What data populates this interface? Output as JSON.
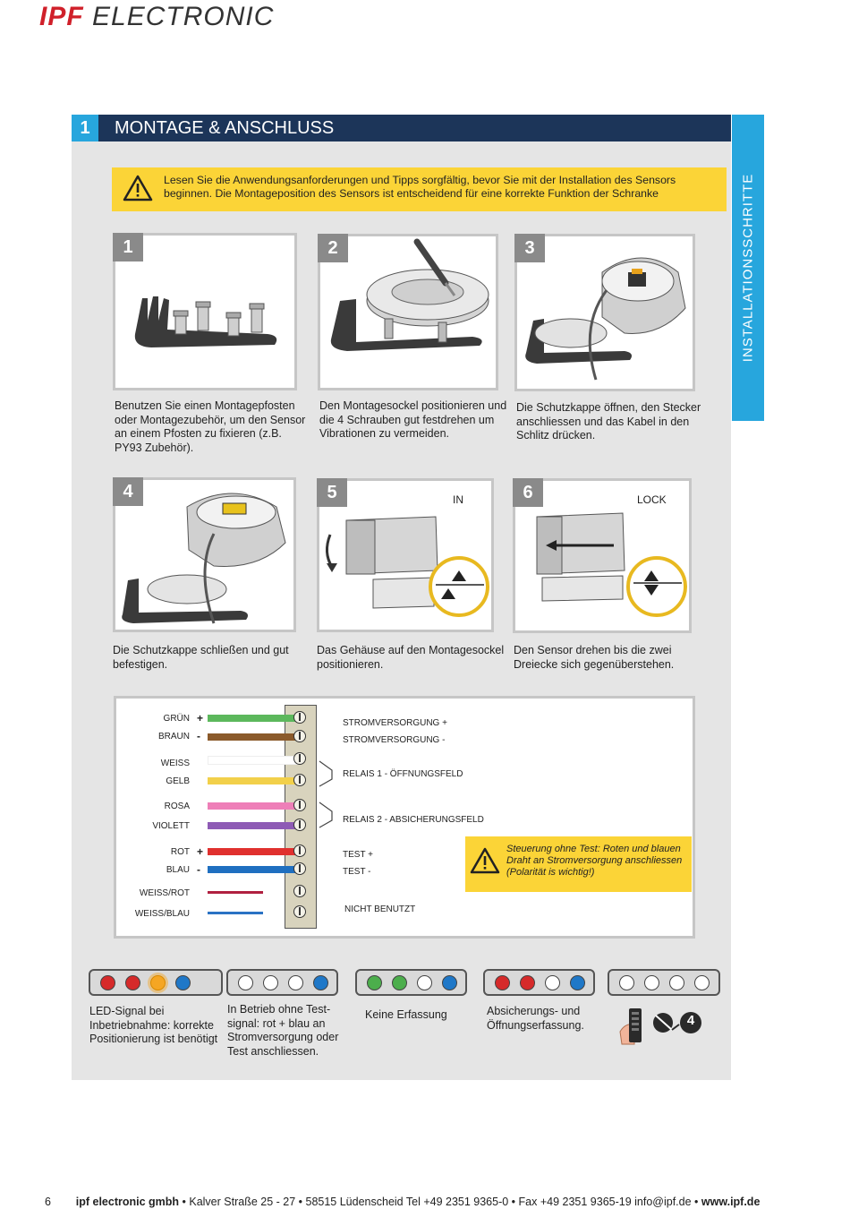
{
  "brand": {
    "ipf": "IPF",
    "electronic": "ELECTRONIC"
  },
  "section": {
    "number": "1",
    "title": "MONTAGE & ANSCHLUSS",
    "side_tab": "INSTALLATIONSSCHRITTE"
  },
  "warning": {
    "icon": "warning-triangle-icon",
    "text": "Lesen Sie die Anwendungsanforderungen und Tipps sorgfältig, bevor Sie mit der Installation des Sensors beginnen. Die Montageposition des Sensors ist entscheidend für eine korrekte Funktion der Schranke"
  },
  "steps": [
    {
      "num": "1",
      "label": "",
      "caption": "Benutzen Sie einen Montagepfosten oder Montagezubehör, um den Sensor an einem Pfosten zu fixieren (z.B. PY93 Zubehör)."
    },
    {
      "num": "2",
      "label": "",
      "caption": "Den Montagesockel positionieren und die 4 Schrauben gut festdrehen um Vibrationen zu vermeiden."
    },
    {
      "num": "3",
      "label": "",
      "caption": "Die Schutzkappe öffnen, den Stecker anschliessen und das Kabel in den Schlitz drücken."
    },
    {
      "num": "4",
      "label": "",
      "caption": "Die Schutzkappe schließen und gut befestigen."
    },
    {
      "num": "5",
      "label": "IN",
      "caption": "Das Gehäuse auf den Montagesockel positionieren."
    },
    {
      "num": "6",
      "label": "LOCK",
      "caption": "Den Sensor drehen bis die zwei Dreiecke sich gegenüberstehen."
    }
  ],
  "wires": [
    {
      "name": "GRÜN",
      "sign": "+",
      "color": "#5cb85c"
    },
    {
      "name": "BRAUN",
      "sign": "-",
      "color": "#8b5a2b"
    },
    {
      "name": "WEISS",
      "sign": "",
      "color": "#ffffff"
    },
    {
      "name": "GELB",
      "sign": "",
      "color": "#f2d04a"
    },
    {
      "name": "ROSA",
      "sign": "",
      "color": "#ee7fb8"
    },
    {
      "name": "VIOLETT",
      "sign": "",
      "color": "#8e5bb5"
    },
    {
      "name": "ROT",
      "sign": "+",
      "color": "#e0302e"
    },
    {
      "name": "BLAU",
      "sign": "-",
      "color": "#1f6fc0"
    },
    {
      "name": "WEISS/ROT",
      "sign": "",
      "color": "#b02040"
    },
    {
      "name": "WEISS/BLAU",
      "sign": "",
      "color": "#2a72c4"
    }
  ],
  "terminals": {
    "power_plus": "STROMVERSORGUNG +",
    "power_minus": "STROMVERSORGUNG -",
    "relay1": "RELAIS 1  - ÖFFNUNGSFELD",
    "relay2": "RELAIS 2  - ABSICHERUNGSFELD",
    "test_plus": "TEST +",
    "test_minus": "TEST -",
    "unused": "NICHT BENUTZT"
  },
  "note": {
    "icon": "warning-triangle-icon",
    "text": "Steuerung ohne Test: Roten und blauen Draht an Stromversorgung anschliessen (Polarität is wichtig!)"
  },
  "leds": [
    {
      "colors": [
        "#d62a2a",
        "#d62a2a",
        "#f5a623",
        "#1f78c8"
      ],
      "flash": 2,
      "caption": "LED-Signal bei Inbetriebnahme: korrekte Positionierung ist benötigt"
    },
    {
      "colors": [
        "#ffffff",
        "#ffffff",
        "#ffffff",
        "#1f78c8"
      ],
      "flash": -1,
      "caption": "In Betrieb ohne Test-signal: rot + blau an Stromversorgung oder Test anschliessen."
    },
    {
      "colors": [
        "#4cae4c",
        "#4cae4c",
        "#ffffff",
        "#1f78c8"
      ],
      "flash": -1,
      "caption": "Keine Erfassung"
    },
    {
      "colors": [
        "#d62a2a",
        "#d62a2a",
        "#ffffff",
        "#1f78c8"
      ],
      "flash": -1,
      "caption": "Absicherungs- und Öffnungserfassung."
    },
    {
      "colors": [
        "#ffffff",
        "#ffffff",
        "#ffffff",
        "#ffffff"
      ],
      "flash": -1,
      "caption": ""
    }
  ],
  "remote": {
    "icon": "remote-control-icon",
    "number": "4"
  },
  "footer": {
    "page": "6",
    "company": "ipf electronic gmbh",
    "address": " • Kalver Straße 25 - 27 • 58515 Lüdenscheid    Tel +49 2351 9365-0 • Fax +49 2351 9365-19   info@ipf.de • ",
    "web": "www.ipf.de"
  }
}
